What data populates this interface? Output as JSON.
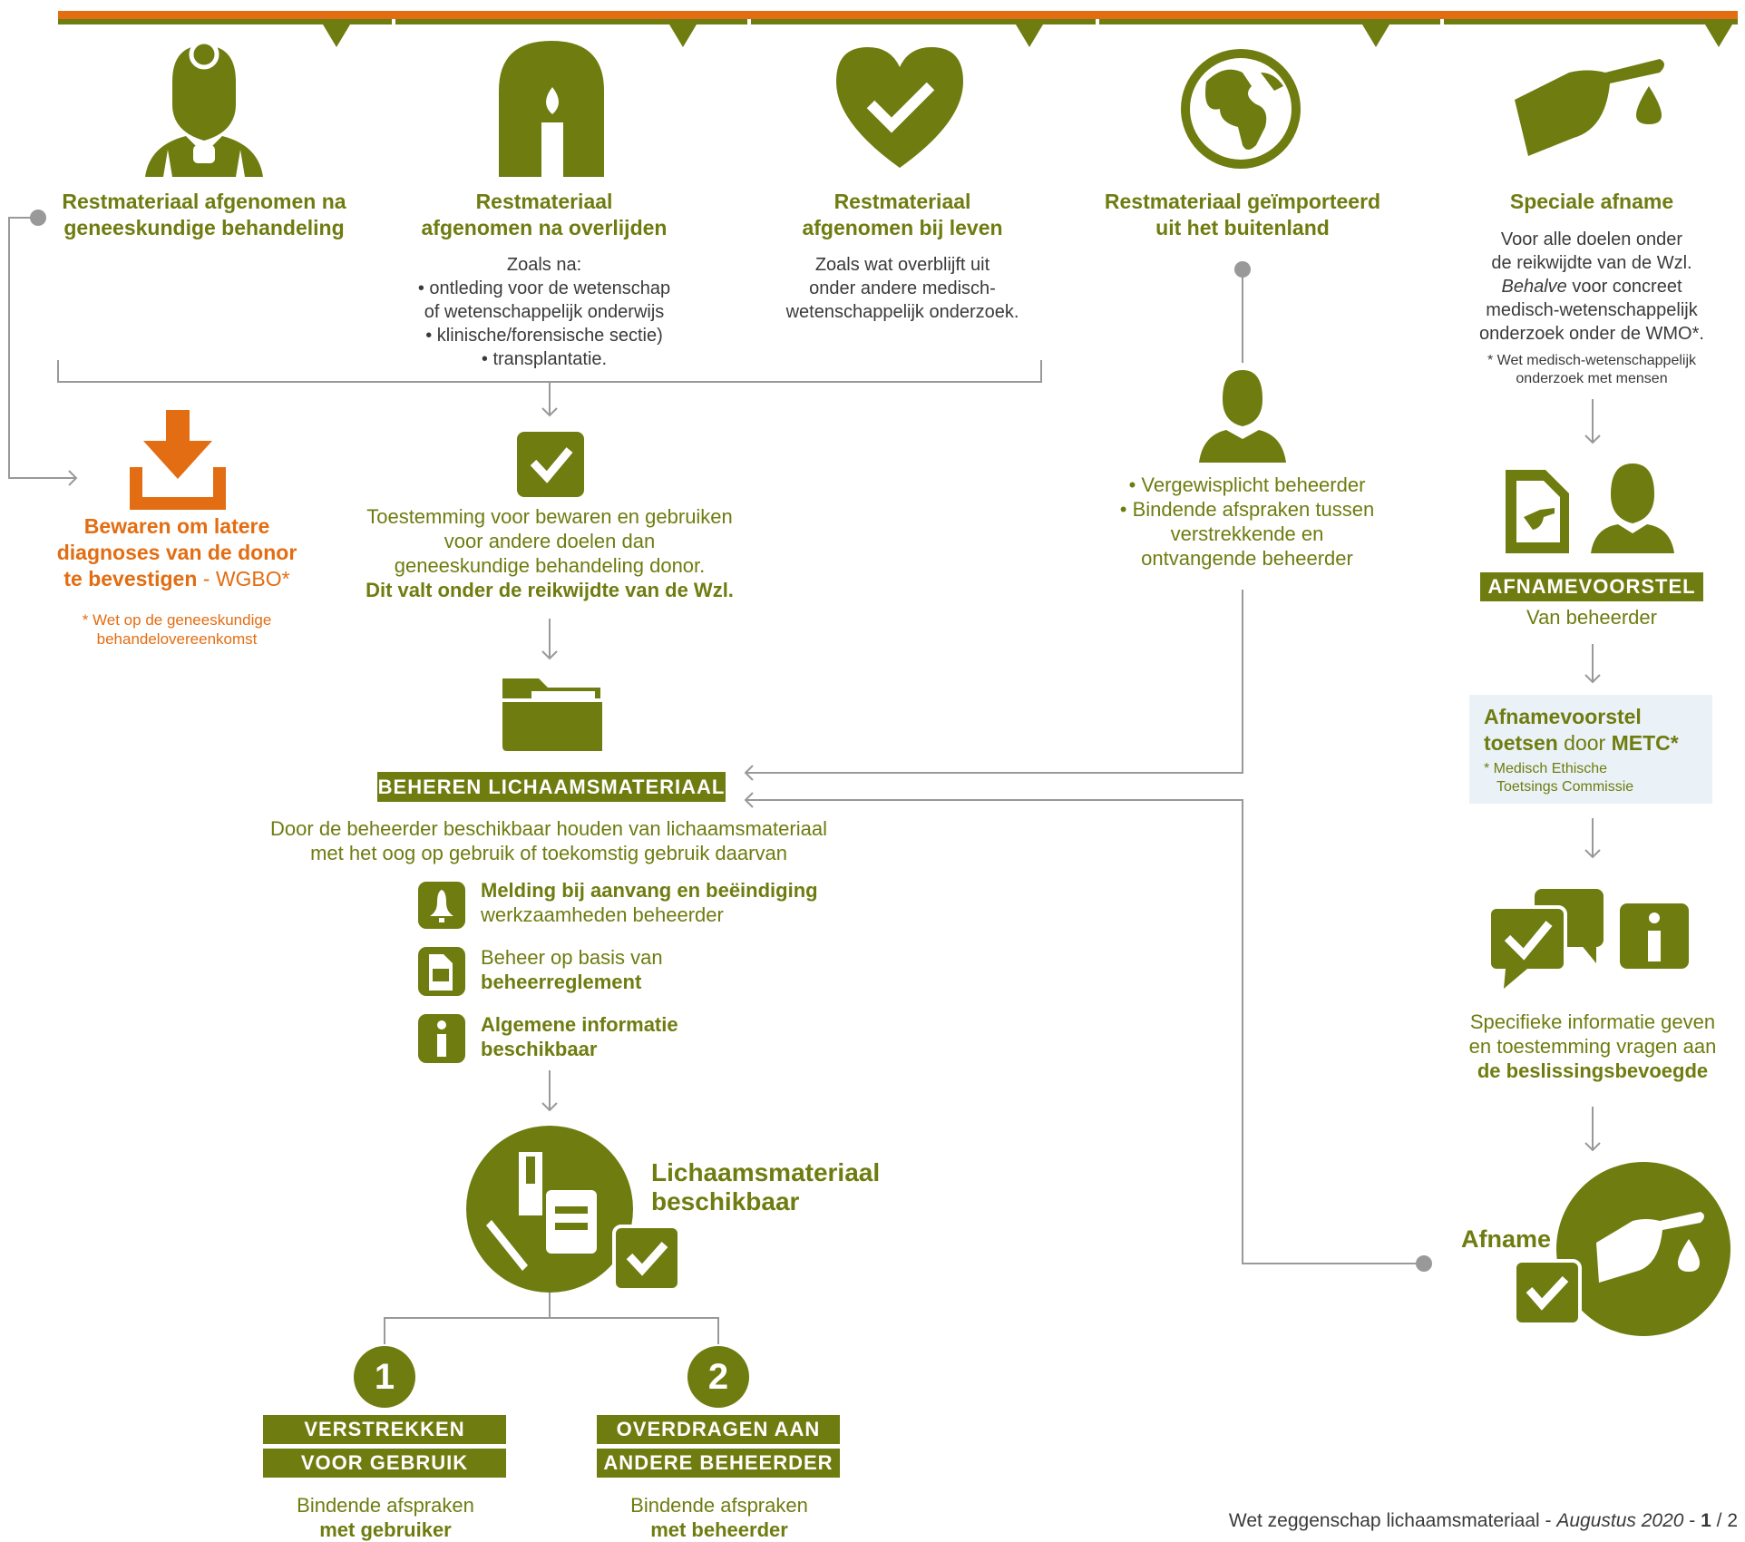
{
  "colors": {
    "primary": "#6f7c10",
    "orange": "#e36d12",
    "gray": "#999999",
    "light_blue": "#eaf2f8"
  },
  "columns": [
    {
      "icon": "doctor-icon",
      "title_1": "Restmateriaal afgenomen na",
      "title_2": "geneeskundige behandeling"
    },
    {
      "icon": "candle-icon",
      "title_1": "Restmateriaal",
      "title_2": "afgenomen na overlijden",
      "desc": [
        "Zoals na:",
        "• ontleding voor de wetenschap",
        "of wetenschappelijk onderwijs",
        "• klinische/forensische sectie)",
        "• transplantatie."
      ]
    },
    {
      "icon": "heart-check-icon",
      "title_1": "Restmateriaal",
      "title_2": "afgenomen bij leven",
      "desc": [
        "Zoals wat overblijft uit",
        "onder andere medisch-",
        "wetenschappelijk onderzoek."
      ]
    },
    {
      "icon": "globe-icon",
      "title_1": "Restmateriaal geïmporteerd",
      "title_2": "uit het buitenland"
    },
    {
      "icon": "finger-drop-icon",
      "title_1": "Speciale afname",
      "desc": [
        "Voor alle doelen onder",
        "de reikwijdte van de Wzl.",
        "voor concreet",
        "medisch-wetenschappelijk",
        "onderzoek onder de WMO*."
      ],
      "desc_italic": "Behalve",
      "footnote": [
        "* Wet medisch-wetenschappelijk",
        "onderzoek met mensen"
      ]
    }
  ],
  "store": {
    "line1": "Bewaren om latere",
    "line2": "diagnoses van de donor",
    "line3": "te bevestigen",
    "suffix": " - WGBO*",
    "footnote1": "* Wet op de geneeskundige",
    "footnote2": "behandelovereenkomst"
  },
  "consent": {
    "line1": "Toestemming voor bewaren en gebruiken",
    "line2": "voor andere doelen dan",
    "line3": "geneeskundige behandeling donor.",
    "line4": "Dit valt onder de reikwijdte van de Wzl."
  },
  "import": {
    "line1": "• Vergewisplicht beheerder",
    "line2": "• Bindende afspraken tussen",
    "line3": "verstrekkende en",
    "line4": "ontvangende beheerder"
  },
  "manage": {
    "label": "BEHEREN LICHAAMSMATERIAAL",
    "desc1": "Door de beheerder beschikbaar houden van lichaamsmateriaal",
    "desc2": "met het oog op gebruik of toekomstig gebruik daarvan"
  },
  "duties": [
    {
      "icon": "bell-icon",
      "bold": "Melding bij aanvang en beëindiging",
      "normal": "werkzaamheden beheerder"
    },
    {
      "icon": "document-icon",
      "normal": "Beheer op basis van",
      "bold": "beheerreglement"
    },
    {
      "icon": "info-icon",
      "bold": "Algemene informatie",
      "bold2": "beschikbaar"
    }
  ],
  "available": {
    "line1": "Lichaamsmateriaal",
    "line2": "beschikbaar"
  },
  "options": [
    {
      "number": "1",
      "label1": "VERSTREKKEN",
      "label2": "VOOR GEBRUIK",
      "desc1": "Bindende afspraken",
      "desc2": "met gebruiker"
    },
    {
      "number": "2",
      "label1": "OVERDRAGEN AAN",
      "label2": "ANDERE BEHEERDER",
      "desc1": "Bindende afspraken",
      "desc2": "met beheerder"
    }
  ],
  "proposal": {
    "label": "AFNAMEVOORSTEL",
    "sub": "Van beheerder"
  },
  "metc": {
    "line1": "Afnamevoorstel",
    "line2_bold": "toetsen",
    "line2_normal": " door ",
    "line2_bold2": "METC*",
    "foot1": "* Medisch Ethische",
    "foot2": "Toetsings Commissie"
  },
  "info": {
    "line1": "Specifieke informatie geven",
    "line2": "en toestemming vragen aan",
    "line3": "de beslissingsbevoegde"
  },
  "afname": {
    "label": "Afname"
  },
  "footer": {
    "text": "Wet zeggenschap lichaamsmateriaal - ",
    "date": "Augustus 2020",
    "sep": " - ",
    "page": "1",
    "total": " / 2"
  }
}
